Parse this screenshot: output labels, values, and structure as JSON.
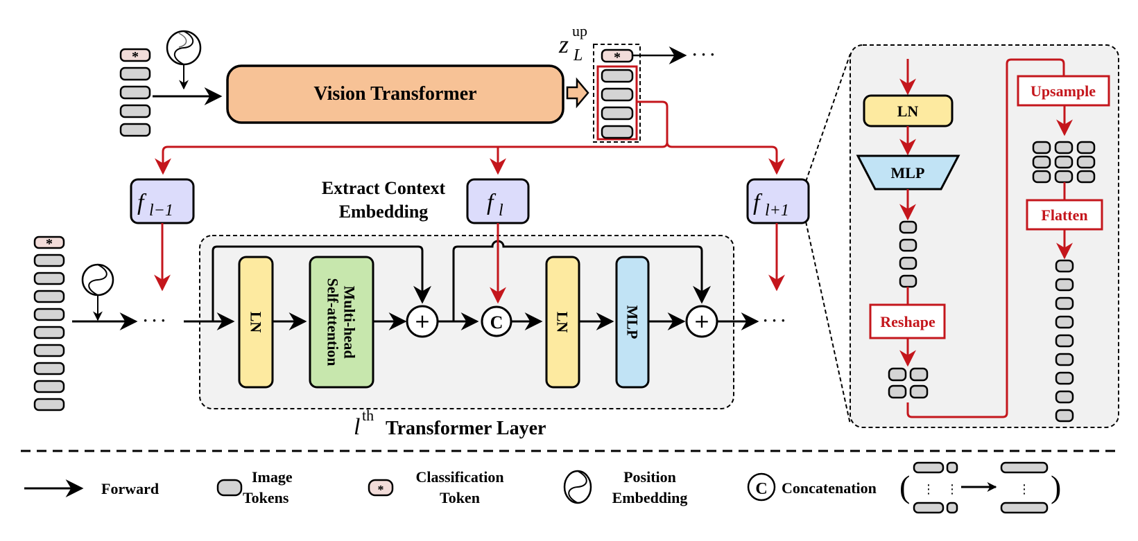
{
  "colors": {
    "red": "#c4161c",
    "black": "#000000",
    "vit_fill": "#f7c296",
    "token_fill": "#d4d4d4",
    "cls_fill": "#f2dcd9",
    "f_fill": "#dcdcfb",
    "ln_fill": "#fdeaa0",
    "attn_fill": "#c7e7ad",
    "mlp_fill": "#c1e3f5",
    "panel_fill": "#f1f1f1"
  },
  "top": {
    "vit_label": "Vision Transformer",
    "cls_symbol": "*",
    "z_label_base": "z",
    "z_label_sub": "L",
    "z_label_sup": "up",
    "ellipsis": "· · ·"
  },
  "context": {
    "title_line1": "Extract Context",
    "title_line2": "Embedding",
    "f_prev": {
      "base": "f",
      "sub": "l−1"
    },
    "f_curr": {
      "base": "f",
      "sub": "l"
    },
    "f_next": {
      "base": "f",
      "sub": "l+1"
    }
  },
  "layer": {
    "ln1": "LN",
    "attn_line1": "Multi-head",
    "attn_line2": "Self-attention",
    "add_symbol": "+",
    "concat_symbol": "C",
    "ln2": "LN",
    "mlp": "MLP",
    "caption_math": "l",
    "caption_sup": "th",
    "caption_text": "Transformer Layer",
    "ellipsis": "· · ·"
  },
  "detail": {
    "ln": "LN",
    "mlp": "MLP",
    "reshape": "Reshape",
    "upsample": "Upsample",
    "flatten": "Flatten"
  },
  "legend": {
    "forward": "Forward",
    "image_tokens_1": "Image",
    "image_tokens_2": "Tokens",
    "cls_1": "Classification",
    "cls_2": "Token",
    "pos_1": "Position",
    "pos_2": "Embedding",
    "concat_symbol": "C",
    "concat": "Concatenation",
    "paren_open": "(",
    "paren_close": ")",
    "vdots": "⋮"
  }
}
